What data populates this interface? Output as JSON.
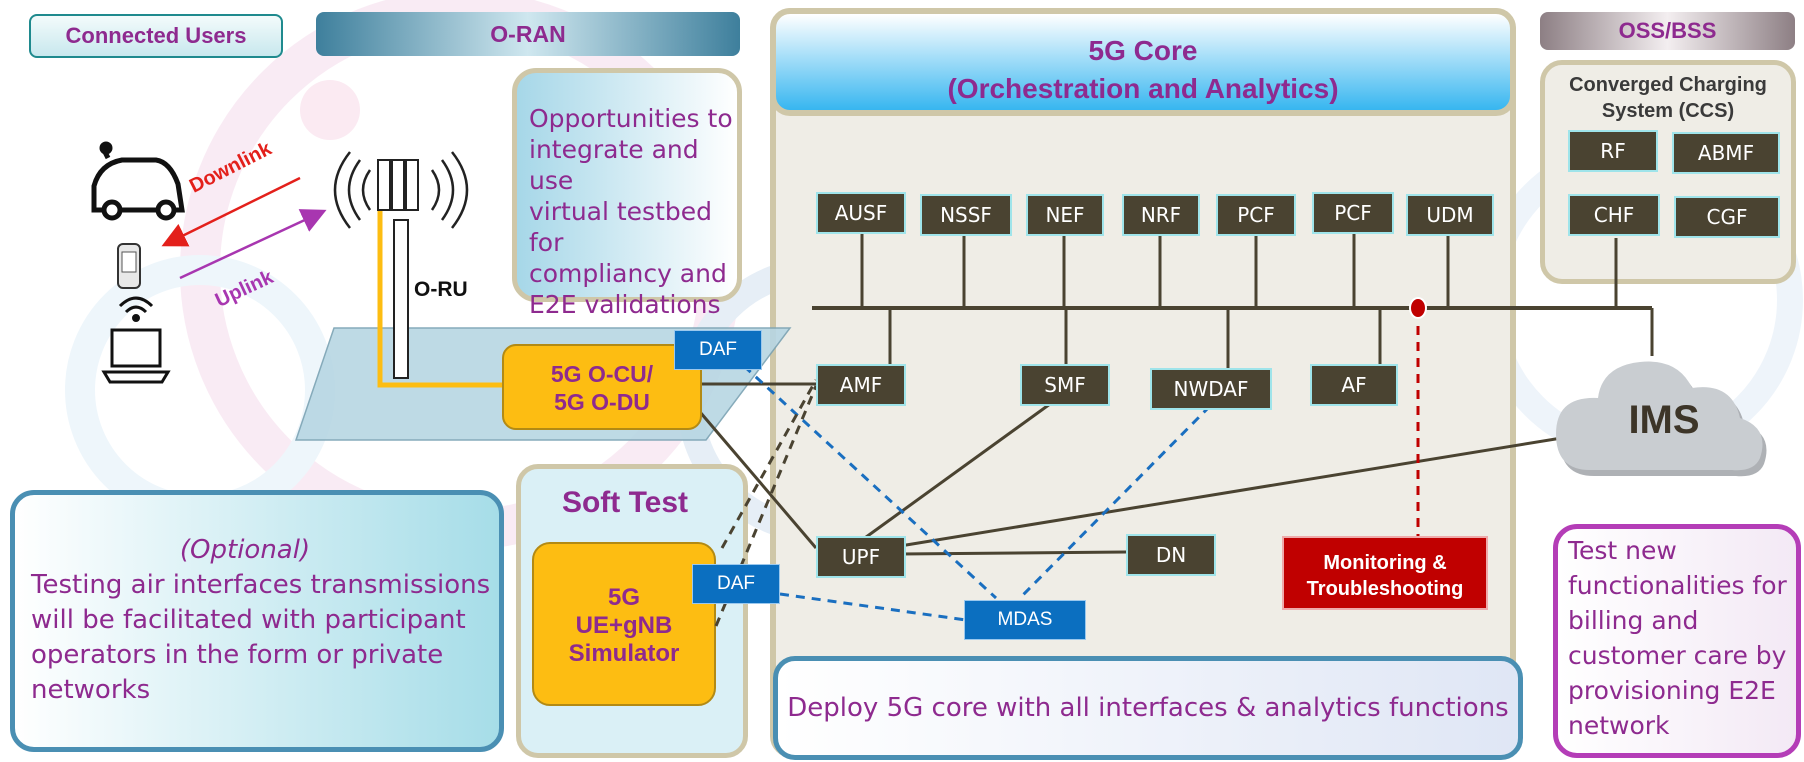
{
  "headers": {
    "connected_users": "Connected Users",
    "oran": "O-RAN",
    "core_line1": "5G Core",
    "core_line2": "(Orchestration and Analytics)",
    "oss_bss": "OSS/BSS"
  },
  "oran_note": [
    "Opportunities to",
    "integrate and use",
    "virtual testbed for",
    "compliancy and",
    "E2E validations"
  ],
  "radio": {
    "downlink": "Downlink",
    "uplink": "Uplink",
    "oru": "O-RU",
    "cu_du_line1": "5G O-CU/",
    "cu_du_line2": "5G O-DU",
    "daf": "DAF"
  },
  "soft_test": {
    "title": "Soft Test",
    "sim_line1": "5G",
    "sim_line2": "UE+gNB",
    "sim_line3": "Simulator",
    "daf": "DAF"
  },
  "optional_note": {
    "title": "(Optional)",
    "lines": [
      "Testing air interfaces transmissions",
      "will be facilitated with participant",
      "operators in the form or private",
      "networks"
    ]
  },
  "core_top_nfs": [
    "AUSF",
    "NSSF",
    "NEF",
    "NRF",
    "PCF",
    "PCF",
    "UDM"
  ],
  "core_mid_nfs": [
    "AMF",
    "SMF",
    "NWDAF",
    "AF"
  ],
  "core_low": {
    "upf": "UPF",
    "dn": "DN",
    "mdas": "MDAS",
    "monitoring_line1": "Monitoring &",
    "monitoring_line2": "Troubleshooting"
  },
  "core_note": "Deploy 5G core with all interfaces & analytics functions",
  "ccs": {
    "title_line1": "Converged Charging",
    "title_line2": "System (CCS)",
    "boxes": [
      "RF",
      "ABMF",
      "CHF",
      "CGF"
    ]
  },
  "ims": "IMS",
  "oss_note": [
    "Test new",
    "functionalities for",
    "billing and",
    "customer care by",
    "provisioning E2E",
    "network"
  ],
  "colors": {
    "purple": "#8e2a8f",
    "nf_box": "#4a4331",
    "daf_blue": "#0b6fc0",
    "sim_yellow": "#fdbd12",
    "monitor_red": "#c00000"
  }
}
